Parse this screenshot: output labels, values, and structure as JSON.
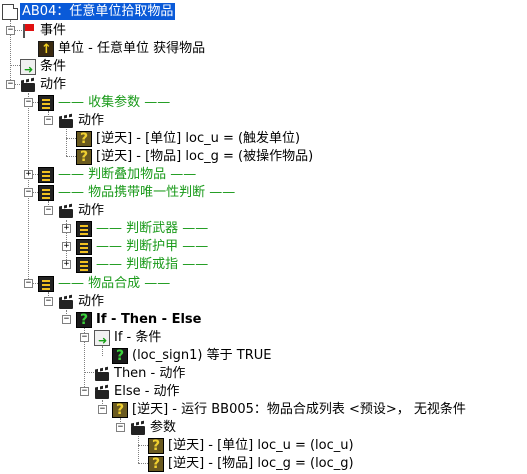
{
  "tree": {
    "root": "AB04：任意单位拾取物品",
    "event_folder": "事件",
    "event_item": "单位 - 任意单位 获得物品",
    "conditions_folder": "条件",
    "actions_folder": "动作",
    "collect_comment": "—— 收集参数 ——",
    "collect_actions": "动作",
    "set_loc_u": "[逆天] - [单位] loc_u = (触发单位)",
    "set_loc_g": "[逆天] - [物品] loc_g = (被操作物品)",
    "stack_comment": "—— 判断叠加物品 ——",
    "unique_comment": "—— 物品携带唯一性判断 ——",
    "unique_actions": "动作",
    "weapon_comment": "—— 判断武器 ——",
    "armor_comment": "—— 判断护甲 ——",
    "ring_comment": "—— 判断戒指 ——",
    "combine_comment": "—— 物品合成 ——",
    "combine_actions": "动作",
    "if_then_else": "If - Then - Else",
    "if_conditions": "If - 条件",
    "if_condition_expr": "(loc_sign1) 等于 TRUE",
    "then_actions": "Then - 动作",
    "else_actions": "Else - 动作",
    "run_bb005": "[逆天] - 运行 BB005：物品合成列表 <预设>， 无视条件",
    "params": "参数",
    "param_loc_u": "[逆天] - [单位] loc_u = (loc_u)",
    "param_loc_g": "[逆天] - [物品] loc_g = (loc_g)"
  },
  "colors": {
    "selection": "#0a5ad8",
    "comment_green": "#1a9a1a"
  }
}
